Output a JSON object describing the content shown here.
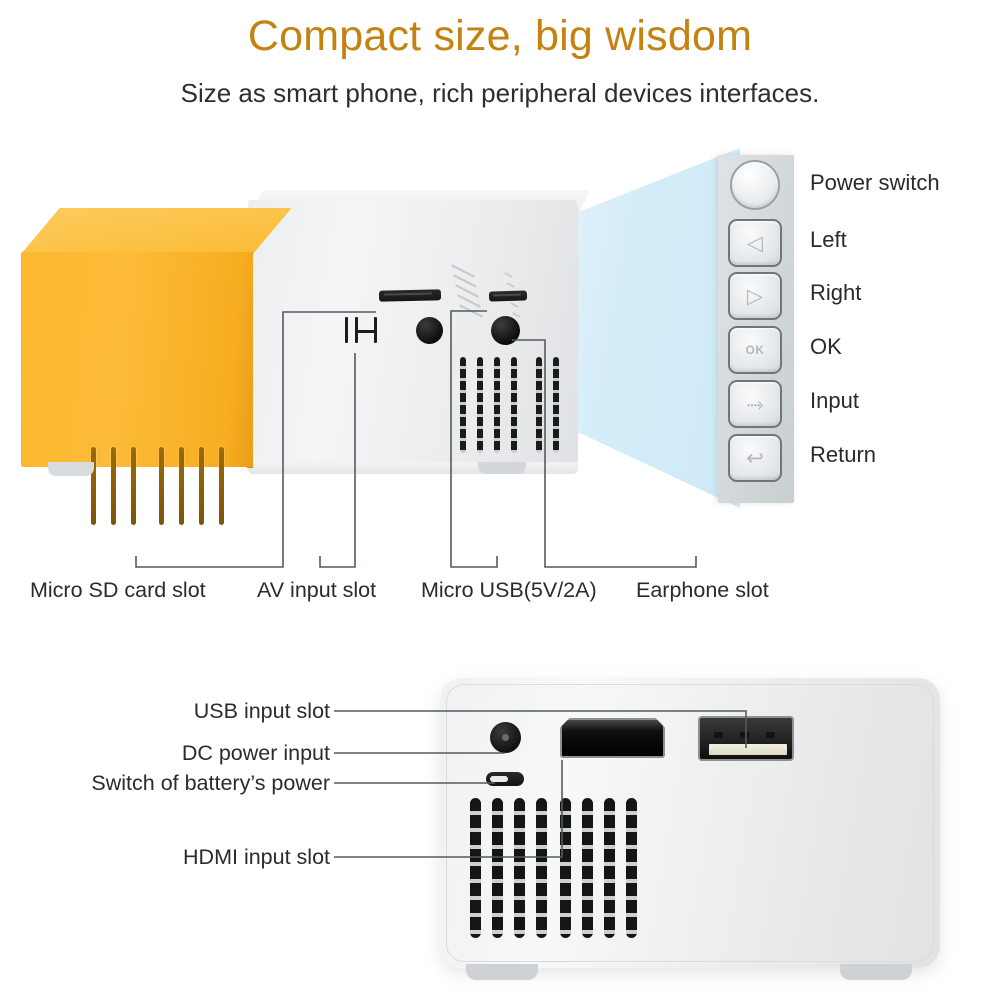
{
  "header": {
    "title": "Compact size, big wisdom",
    "subtitle": "Size as smart phone, rich peripheral devices interfaces.",
    "title_color": "#c5820f",
    "subtitle_color": "#2e2e2e"
  },
  "colors": {
    "background": "#ffffff",
    "device_yellow": "#fbb633",
    "device_white": "#eceef0",
    "beam_blue": "#d3ecf8",
    "panel_gray": "#d6dbdd",
    "port_black": "#121212",
    "usb_insert_cream": "#eeecdf",
    "leader_line": "#555a5c",
    "text": "#2b2b2b"
  },
  "top_device": {
    "name": "mini-projector-front-three-quarter-view",
    "button_panel": {
      "name": "control-button-panel",
      "buttons": [
        {
          "label": "Power switch",
          "icon": "power-circle-icon",
          "glyph": "",
          "shape": "circle"
        },
        {
          "label": "Left",
          "icon": "arrow-left-icon",
          "glyph": "◁",
          "shape": "square"
        },
        {
          "label": "Right",
          "icon": "arrow-right-icon",
          "glyph": "▷",
          "shape": "square"
        },
        {
          "label": "OK",
          "icon": "ok-button-icon",
          "glyph": "OK",
          "shape": "square"
        },
        {
          "label": "Input",
          "icon": "input-source-icon",
          "glyph": "⤑",
          "shape": "square"
        },
        {
          "label": "Return",
          "icon": "return-back-icon",
          "glyph": "↩",
          "shape": "square"
        }
      ]
    },
    "port_callouts": [
      {
        "label": "Micro SD card slot",
        "icon": "sd-card-slot-icon"
      },
      {
        "label": "AV input slot",
        "icon": "av-input-icon"
      },
      {
        "label": "Micro USB(5V/2A)",
        "icon": "micro-usb-icon"
      },
      {
        "label": "Earphone slot",
        "icon": "earphone-jack-icon"
      }
    ]
  },
  "bottom_device": {
    "name": "mini-projector-rear-panel-view",
    "port_callouts": [
      {
        "label": "USB input slot",
        "icon": "usb-a-port-icon"
      },
      {
        "label": "DC power input",
        "icon": "dc-barrel-jack-icon"
      },
      {
        "label": "Switch of battery’s power",
        "icon": "battery-power-switch-icon"
      },
      {
        "label": "HDMI input slot",
        "icon": "hdmi-port-icon"
      }
    ]
  }
}
